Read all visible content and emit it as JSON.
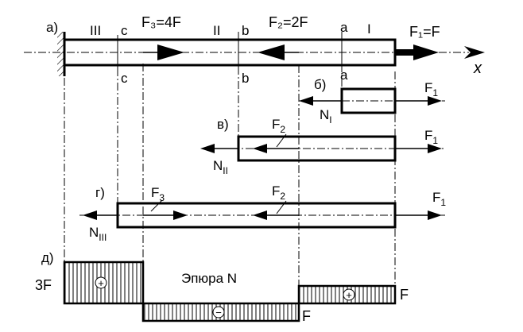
{
  "panels": {
    "a": "а)",
    "b": "б)",
    "v": "в)",
    "g": "г)",
    "d": "д)"
  },
  "sections": {
    "s1": "I",
    "s2": "II",
    "s3": "III",
    "a": "a",
    "b": "b",
    "c": "c"
  },
  "forces": {
    "f1_full": "F₁=F",
    "f2_full": "F₂=2F",
    "f3_full": "F₃=4F",
    "f1": {
      "base": "F",
      "sub": "1"
    },
    "f2": {
      "base": "F",
      "sub": "2"
    },
    "f3": {
      "base": "F",
      "sub": "3"
    }
  },
  "normals": {
    "n1": {
      "base": "N",
      "sub": "I"
    },
    "n2": {
      "base": "N",
      "sub": "II"
    },
    "n3": {
      "base": "N",
      "sub": "III"
    }
  },
  "axis_label": "x",
  "diagram": {
    "title": "Эпюра N",
    "val_3f": "3F",
    "val_f_bottom": "F",
    "val_f_right": "F",
    "plus": "+",
    "minus": "−"
  }
}
